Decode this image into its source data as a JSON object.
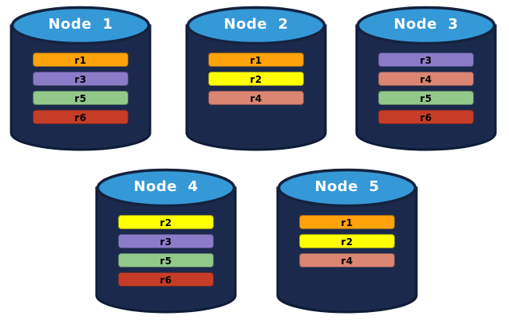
{
  "diagram": {
    "kind": "database-replica-distribution",
    "colors": {
      "cylinder_body": "#1B2A4C",
      "cylinder_outline": "#0E1C38",
      "cylinder_lid": "#3599D8",
      "lid_outline": "#14233F",
      "title_text": "#FFFFFF",
      "replica_label_text": "#000000",
      "replicas": {
        "r1": "#FFA20B",
        "r2": "#FFFF00",
        "r3": "#8B7CC8",
        "r4": "#DB8573",
        "r5": "#93C88B",
        "r6": "#C63D27"
      }
    },
    "nodes": [
      {
        "title": "Node  1",
        "replicas": [
          "r1",
          "r3",
          "r5",
          "r6"
        ]
      },
      {
        "title": "Node  2",
        "replicas": [
          "r1",
          "r2",
          "r4"
        ]
      },
      {
        "title": "Node  3",
        "replicas": [
          "r3",
          "r4",
          "r5",
          "r6"
        ]
      },
      {
        "title": "Node  4",
        "replicas": [
          "r2",
          "r3",
          "r5",
          "r6"
        ]
      },
      {
        "title": "Node  5",
        "replicas": [
          "r1",
          "r2",
          "r4"
        ]
      }
    ]
  }
}
